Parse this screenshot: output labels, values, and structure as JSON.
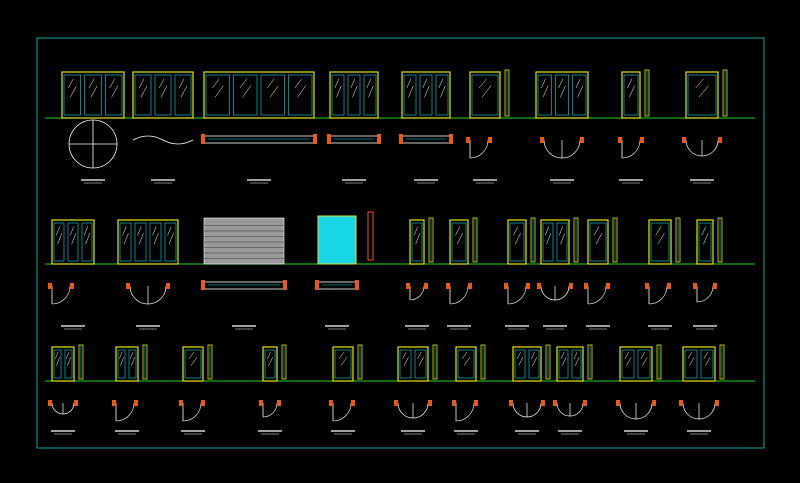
{
  "drawing": {
    "background": "#000000",
    "frame_color": "#14a6a6",
    "ground_color": "#1fd61f",
    "frame_line_color": "#e6e619",
    "glass_color": "#19d6e6",
    "plan_color": "#ffffff",
    "accent_color": "#e65a1f",
    "shutter_color": "#9a9a9a",
    "rows": [
      {
        "items": [
          {
            "type": "elevation",
            "panes": 3,
            "plan": "circle"
          },
          {
            "type": "elevation",
            "panes": 3,
            "plan": "wave"
          },
          {
            "type": "elevation",
            "panes": 4,
            "plan": "slide"
          },
          {
            "type": "elevation",
            "panes": 3,
            "plan": "slide"
          },
          {
            "type": "elevation",
            "panes": 3,
            "plan": "slide"
          },
          {
            "type": "elevation",
            "panes": 1,
            "plan": "swing"
          },
          {
            "type": "elevation",
            "panes": 3,
            "plan": "double-swing"
          },
          {
            "type": "elevation",
            "panes": 1,
            "plan": "swing"
          },
          {
            "type": "elevation",
            "panes": 1,
            "plan": "double-swing"
          }
        ]
      },
      {
        "items": [
          {
            "type": "elevation",
            "panes": 3,
            "plan": "swing"
          },
          {
            "type": "elevation",
            "panes": 4,
            "plan": "double-swing"
          },
          {
            "type": "shutter",
            "panes": 1,
            "plan": "slide"
          },
          {
            "type": "glass",
            "panes": 1,
            "plan": "slide"
          },
          {
            "type": "elevation",
            "panes": 1,
            "plan": "swing"
          },
          {
            "type": "elevation",
            "panes": 1,
            "plan": "swing"
          },
          {
            "type": "elevation",
            "panes": 1,
            "plan": "swing"
          },
          {
            "type": "elevation",
            "panes": 2,
            "plan": "double-swing"
          },
          {
            "type": "elevation",
            "panes": 1,
            "plan": "swing"
          },
          {
            "type": "elevation",
            "panes": 1,
            "plan": "swing"
          },
          {
            "type": "elevation",
            "panes": 1,
            "plan": "swing"
          }
        ]
      },
      {
        "items": [
          {
            "type": "elevation",
            "panes": 2,
            "plan": "double-swing"
          },
          {
            "type": "elevation",
            "panes": 2,
            "plan": "swing"
          },
          {
            "type": "elevation",
            "panes": 1,
            "plan": "swing"
          },
          {
            "type": "elevation",
            "panes": 1,
            "plan": "swing"
          },
          {
            "type": "elevation",
            "panes": 1,
            "plan": "swing"
          },
          {
            "type": "elevation",
            "panes": 2,
            "plan": "double-swing"
          },
          {
            "type": "elevation",
            "panes": 1,
            "plan": "swing"
          },
          {
            "type": "elevation",
            "panes": 2,
            "plan": "double-swing"
          },
          {
            "type": "elevation",
            "panes": 2,
            "plan": "double-swing"
          },
          {
            "type": "elevation",
            "panes": 2,
            "plan": "double-swing"
          },
          {
            "type": "elevation",
            "panes": 2,
            "plan": "double-swing"
          }
        ]
      }
    ]
  }
}
